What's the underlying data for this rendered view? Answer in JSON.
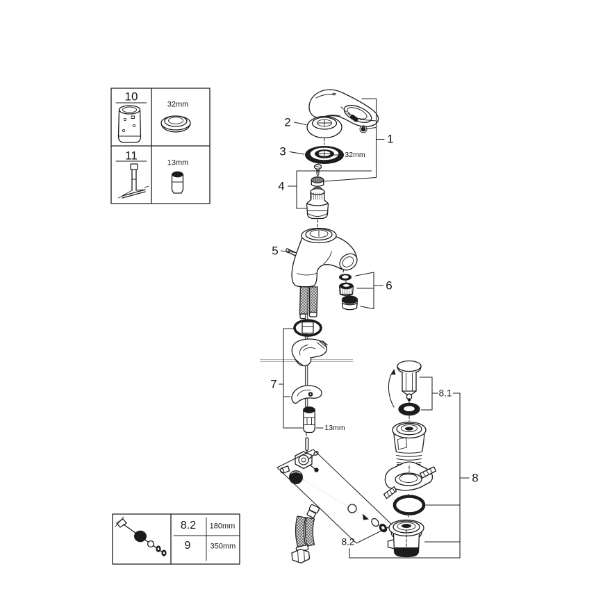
{
  "colors": {
    "background": "#ffffff",
    "line": "#1c1c1c"
  },
  "callouts": {
    "c1": "1",
    "c2": "2",
    "c3": "3",
    "c4": "4",
    "c5": "5",
    "c6": "6",
    "c7": "7",
    "c8": "8",
    "c8_1": "8.1",
    "c8_2": "8.2"
  },
  "dimensions": {
    "cap_nut": "32mm",
    "mounting_nut": "13mm"
  },
  "parts_table_top": {
    "rows": [
      {
        "ref": "10",
        "size": "32mm"
      },
      {
        "ref": "11",
        "size": "13mm"
      }
    ]
  },
  "parts_table_bottom": {
    "rows": [
      {
        "ref": "8.2",
        "length": "180mm"
      },
      {
        "ref": "9",
        "length": "350mm"
      }
    ]
  }
}
